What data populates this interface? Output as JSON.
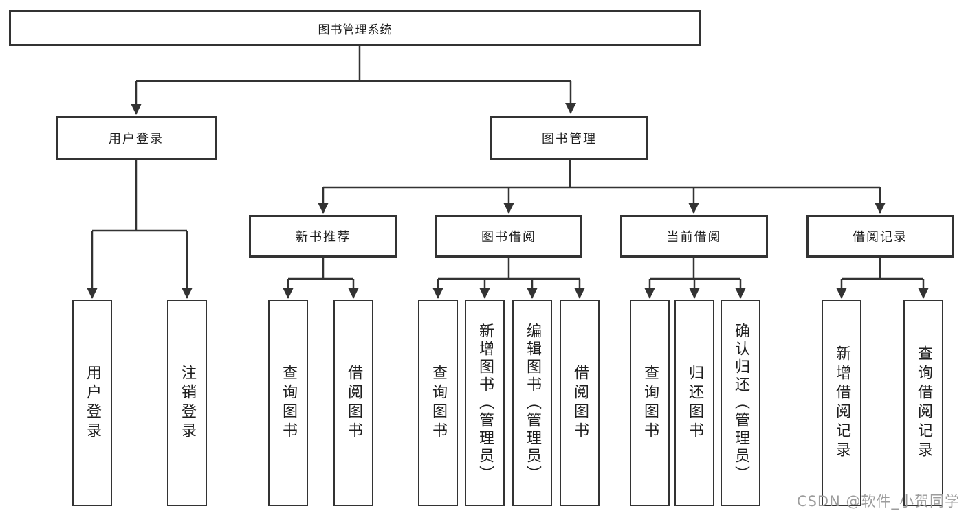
{
  "diagram_type": "function-structure-tree",
  "colors": {
    "line": "#333333",
    "box_border": "#333333",
    "text": "#1f1f1f",
    "background": "#ffffff",
    "watermark": "#9c9c9c"
  },
  "tree": {
    "root": {
      "label": "图书管理系统",
      "children": [
        {
          "label": "用户登录",
          "children": [
            {
              "label": "用户登录"
            },
            {
              "label": "注销登录"
            }
          ]
        },
        {
          "label": "图书管理",
          "children": [
            {
              "label": "新书推荐",
              "children": [
                {
                  "label": "查询图书"
                },
                {
                  "label": "借阅图书"
                }
              ]
            },
            {
              "label": "图书借阅",
              "children": [
                {
                  "label": "查询图书"
                },
                {
                  "label": "新增图书（管理员）"
                },
                {
                  "label": "编辑图书（管理员）"
                },
                {
                  "label": "借阅图书"
                }
              ]
            },
            {
              "label": "当前借阅",
              "children": [
                {
                  "label": "查询图书"
                },
                {
                  "label": "归还图书"
                },
                {
                  "label": "确认归还（管理员）"
                }
              ]
            },
            {
              "label": "借阅记录",
              "children": [
                {
                  "label": "新增借阅记录"
                },
                {
                  "label": "查询借阅记录"
                }
              ]
            }
          ]
        }
      ]
    }
  },
  "watermark": {
    "text": "CSDN @软件_小贺同学"
  }
}
